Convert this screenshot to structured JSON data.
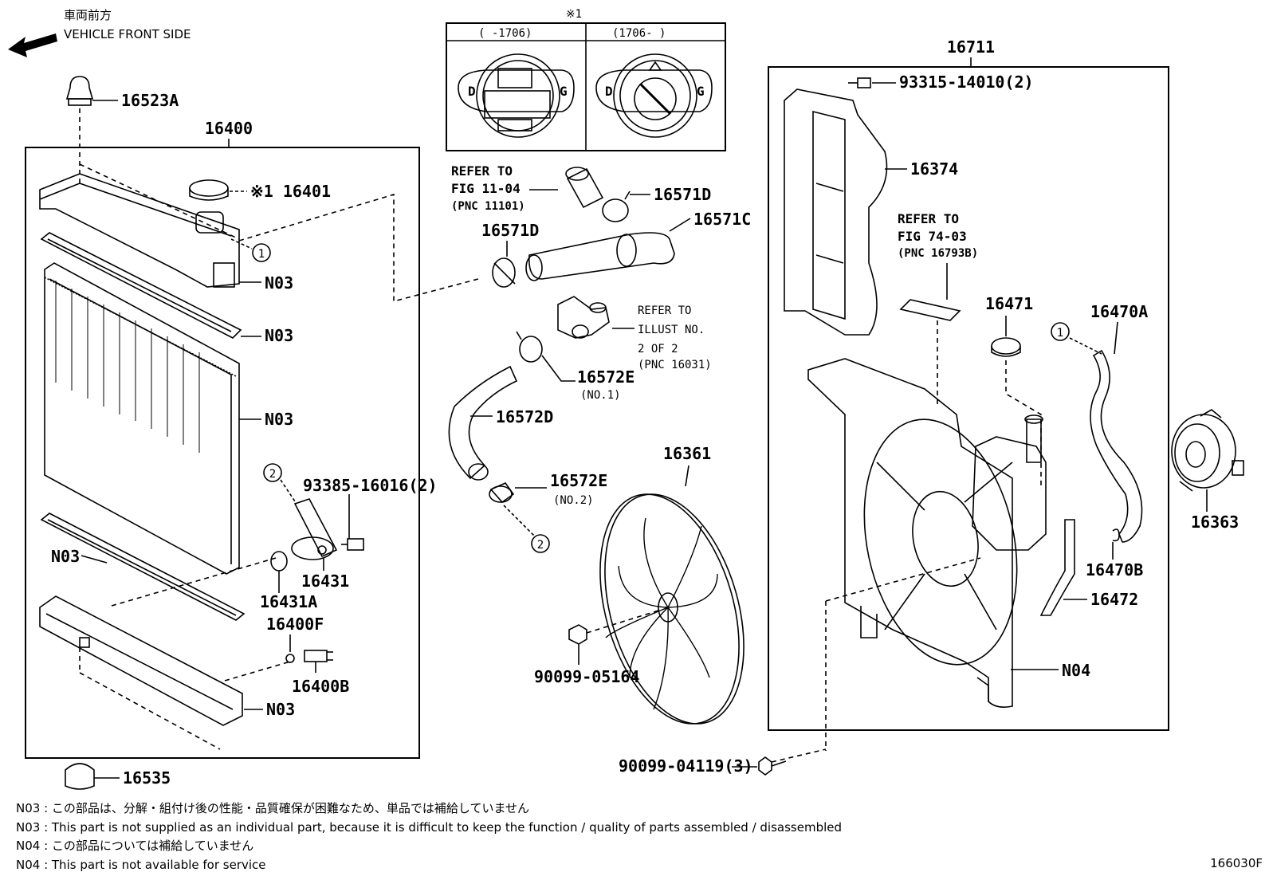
{
  "header": {
    "direction_jp": "車両前方",
    "direction_en": "VEHICLE FRONT SIDE"
  },
  "cap_inset": {
    "mark": "※1",
    "left_range": "(    -1706)",
    "right_range": "(1706-    )",
    "cap_letter_left": "D",
    "cap_letter_right": "G"
  },
  "parts": {
    "p16523A": "16523A",
    "p16400": "16400",
    "p16401": "※1 16401",
    "n03_a": "N03",
    "n03_b": "N03",
    "n03_c": "N03",
    "n03_d": "N03",
    "n03_e": "N03",
    "p93385": "93385-16016(2)",
    "p16431": "16431",
    "p16431A": "16431A",
    "p16400F": "16400F",
    "p16400B": "16400B",
    "p16535": "16535",
    "p16571D_a": "16571D",
    "p16571D_b": "16571D",
    "p16571C": "16571C",
    "p16572E_1": "16572E",
    "p16572E_1_sub": "(NO.1)",
    "p16572D": "16572D",
    "p16572E_2": "16572E",
    "p16572E_2_sub": "(NO.2)",
    "p16361": "16361",
    "p90099_05164": "90099-05164",
    "p90099_04119": "90099-04119(3)",
    "p16711": "16711",
    "p93315": "93315-14010(2)",
    "p16374": "16374",
    "p16471": "16471",
    "p16470A": "16470A",
    "p16363": "16363",
    "p16470B": "16470B",
    "p16472": "16472",
    "n04": "N04",
    "circle1": "1",
    "circle2": "2"
  },
  "refs": {
    "ref1_l1": "REFER TO",
    "ref1_l2": "FIG 11-04",
    "ref1_l3": "(PNC 11101)",
    "ref2_l1": "REFER TO",
    "ref2_l2": "ILLUST NO.",
    "ref2_l3": "2 OF 2",
    "ref2_l4": "(PNC 16031)",
    "ref3_l1": "REFER TO",
    "ref3_l2": "FIG 74-03",
    "ref3_l3": "(PNC 16793B)"
  },
  "notes": {
    "n03_jp": "N03 : この部品は、分解・組付け後の性能・品質確保が困難なため、単品では補給していません",
    "n03_en": "N03 : This part is not supplied as an individual part, because it is difficult to keep the function / quality of parts assembled / disassembled",
    "n04_jp": "N04 : この部品については補給していません",
    "n04_en": "N04 : This part is not available for service"
  },
  "figure_id": "166030F"
}
